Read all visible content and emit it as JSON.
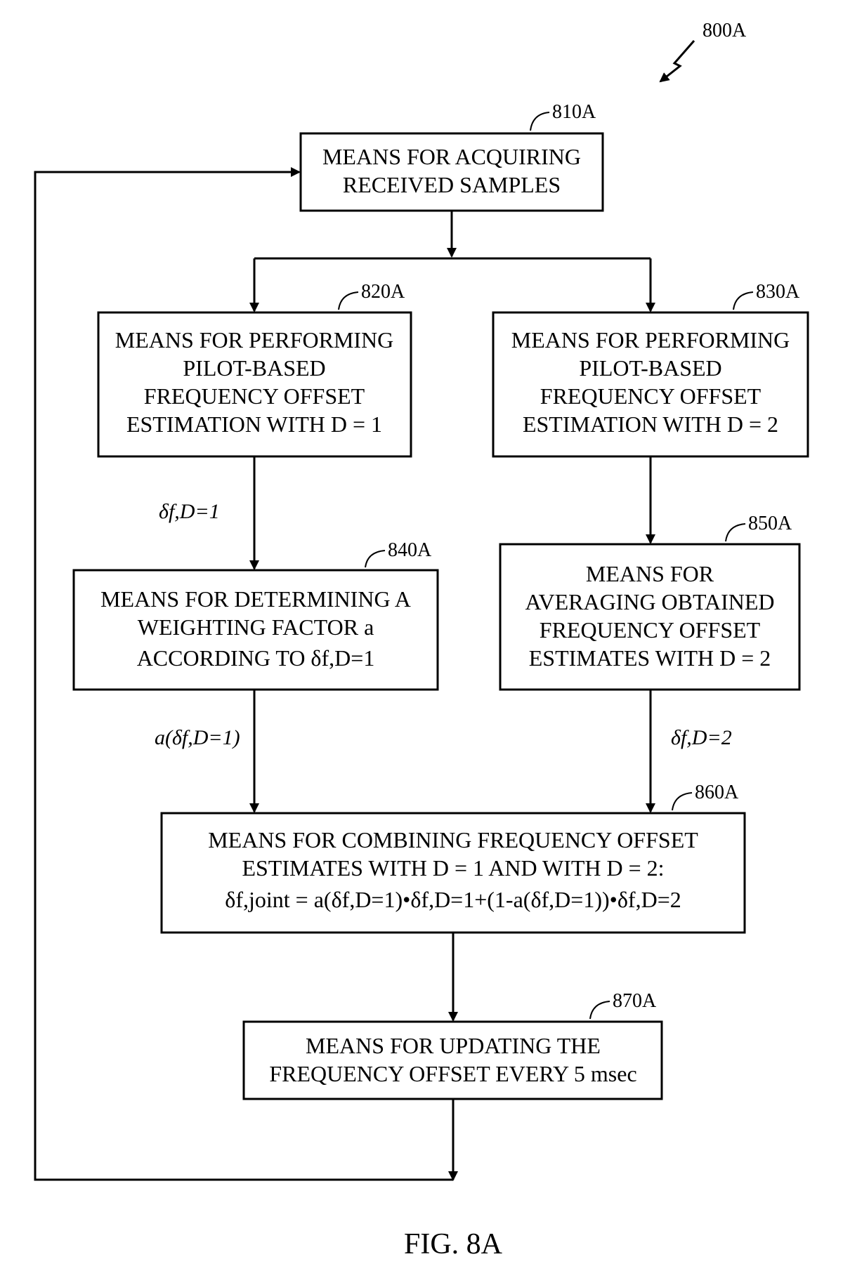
{
  "figure": {
    "ref": "800A",
    "caption": "FIG. 8A"
  },
  "blocks": {
    "b810": {
      "ref": "810A",
      "lines": [
        "MEANS FOR ACQUIRING",
        "RECEIVED SAMPLES"
      ]
    },
    "b820": {
      "ref": "820A",
      "lines": [
        "MEANS FOR PERFORMING",
        "PILOT-BASED",
        "FREQUENCY OFFSET",
        "ESTIMATION WITH D = 1"
      ]
    },
    "b830": {
      "ref": "830A",
      "lines": [
        "MEANS FOR PERFORMING",
        "PILOT-BASED",
        "FREQUENCY OFFSET",
        "ESTIMATION WITH D = 2"
      ]
    },
    "b840": {
      "ref": "840A",
      "lines": [
        "MEANS FOR DETERMINING A",
        "WEIGHTING FACTOR a",
        "ACCORDING TO δf,D=1"
      ]
    },
    "b850": {
      "ref": "850A",
      "lines": [
        "MEANS  FOR",
        "AVERAGING OBTAINED",
        "FREQUENCY OFFSET",
        "ESTIMATES WITH D = 2"
      ]
    },
    "b860": {
      "ref": "860A",
      "lines": [
        "MEANS FOR COMBINING FREQUENCY OFFSET",
        "ESTIMATES WITH D = 1 AND WITH D = 2:",
        "δf,joint =  a(δf,D=1)•δf,D=1+(1-a(δf,D=1))•δf,D=2"
      ]
    },
    "b870": {
      "ref": "870A",
      "lines": [
        "MEANS FOR UPDATING THE",
        "FREQUENCY OFFSET EVERY 5 msec"
      ]
    }
  },
  "signals": {
    "s1": "δf,D=1",
    "s2": "a(δf,D=1)",
    "s3": "δf,D=2"
  }
}
